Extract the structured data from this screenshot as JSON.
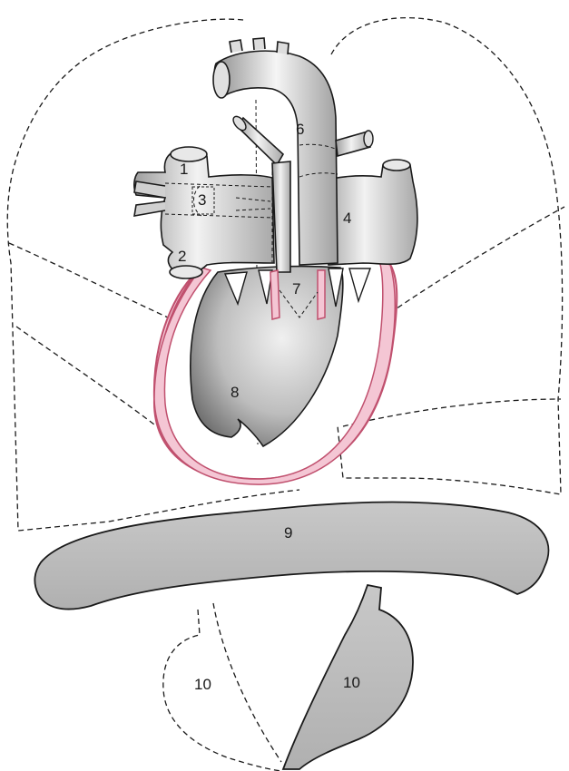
{
  "labels": {
    "l1": "1",
    "l2": "2",
    "l3": "3",
    "l4": "4",
    "l6": "6",
    "l7": "7",
    "l8": "8",
    "l9": "9",
    "l10a": "10",
    "l10b": "10"
  },
  "colors": {
    "myocardium": "#f4c6d4",
    "myocardium_edge": "#c0506e",
    "vessel": "#d9d9d9",
    "organ": "#bdbdbd",
    "line": "#1a1a1a"
  }
}
